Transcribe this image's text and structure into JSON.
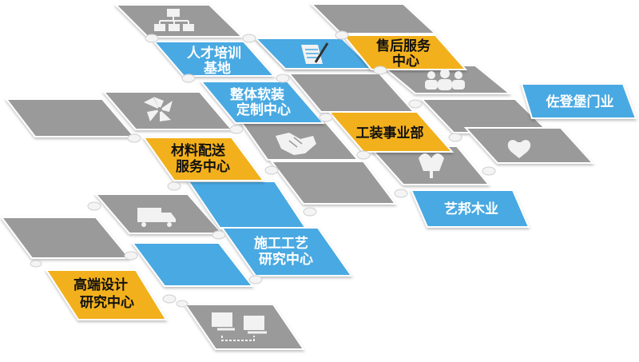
{
  "colors": {
    "blue": "#48A9E2",
    "yellow": "#F2B01C",
    "gray": "#9A9A9A",
    "gray_dark": "#828282",
    "connector": "#F4F4F4",
    "icon": "#F2F2F2"
  },
  "tiles": {
    "renzai": {
      "line1": "人才培训",
      "line2": "基地"
    },
    "shouhou": {
      "line1": "售后服务",
      "line2": "中心"
    },
    "zhengti": {
      "line1": "整体软装",
      "line2": "定制中心"
    },
    "zuodeng": {
      "line1": "佐登堡门业"
    },
    "cailiao": {
      "line1": "材料配送",
      "line2": "服务中心"
    },
    "gongzhuang": {
      "line1": "工装事业部"
    },
    "yibang": {
      "line1": "艺邦木业"
    },
    "shigong": {
      "line1": "施工工艺",
      "line2": "研究中心"
    },
    "gaoduan": {
      "line1": "高端设计",
      "line2": "研究中心"
    }
  },
  "icons": [
    "org-chart-icon",
    "document-pen-icon",
    "people-icon",
    "pinwheel-icon",
    "handshake-icon",
    "flower-icon",
    "heart-icon",
    "truck-icon",
    "computers-icon"
  ]
}
